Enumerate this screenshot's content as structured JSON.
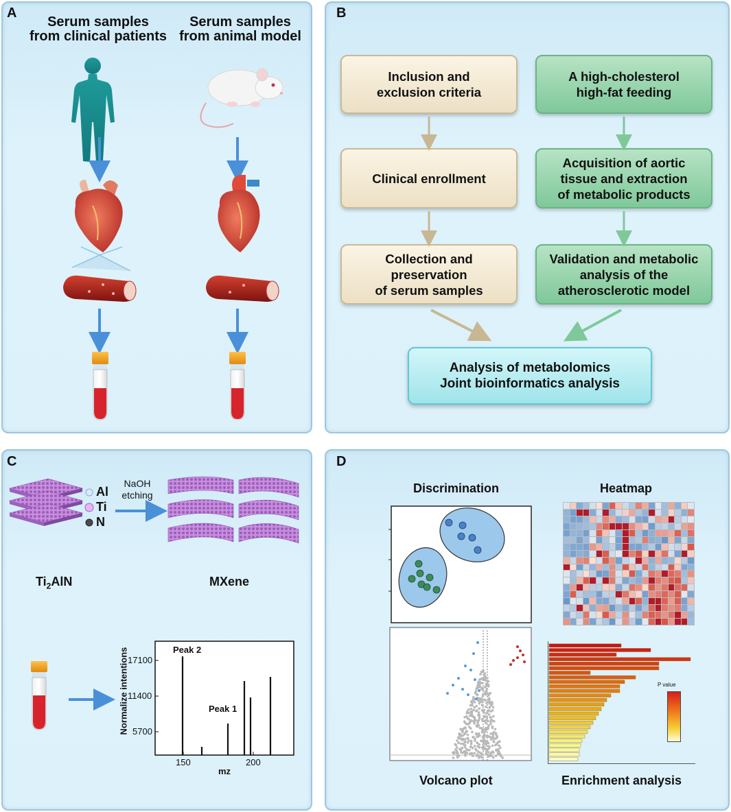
{
  "panel_a": {
    "label": "A",
    "left_title": "Serum samples\nfrom clinical patients",
    "right_title": "Serum samples\nfrom animal model"
  },
  "panel_b": {
    "label": "B",
    "left_boxes": [
      "Inclusion and\nexclusion criteria",
      "Clinical enrollment",
      "Collection and\npreservation\nof serum samples"
    ],
    "right_boxes": [
      "A high-cholesterol\nhigh-fat feeding",
      "Acquisition of aortic\ntissue and extraction\nof metabolic products",
      "Validation and metabolic\nanalysis of the\natherosclerotic model"
    ],
    "final_box": "Analysis of metabolomics\nJoint bioinformatics analysis"
  },
  "panel_c": {
    "label": "C",
    "legend": [
      "Al",
      "Ti",
      "N"
    ],
    "arrow_label": "NaOH\netching",
    "precursor_label_main": "Ti",
    "precursor_label_sub": "2",
    "precursor_label_rest": "AlN",
    "product_label": "MXene",
    "spectrum": {
      "ylabel": "Normalize intentions",
      "xlabel": "mz",
      "yticks": [
        "17100",
        "11400",
        "5700"
      ],
      "xticks": [
        "150",
        "200"
      ],
      "peak_labels": [
        "Peak 2",
        "Peak 1"
      ]
    }
  },
  "panel_d": {
    "label": "D",
    "titles": [
      "Discrimination",
      "Heatmap",
      "Volcano plot",
      "Enrichment analysis"
    ],
    "legend_title": "P value"
  },
  "colors": {
    "panel_border": "#9cc7de",
    "blue_arrow": "#4a90d9",
    "tan_arrow": "#c8b792",
    "green_arrow": "#7fc89a"
  }
}
